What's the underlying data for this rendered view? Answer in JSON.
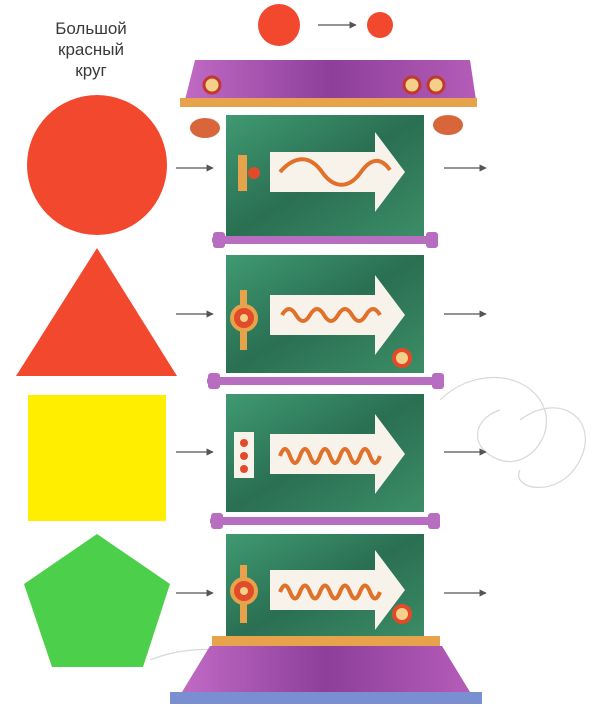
{
  "caption": {
    "line1": "Большой",
    "line2": "красный",
    "line3": "круг"
  },
  "colors": {
    "circle": "#f2482d",
    "triangle": "#f2482d",
    "square": "#ffee00",
    "pentagon": "#4ccf4a",
    "panel": "#2f7d5a",
    "panel_light": "#4fae82",
    "cap": "#9b4aa0",
    "wood": "#e7a24c",
    "arrow": "#f7f3ea",
    "wave": "#e0702a",
    "arrow_line": "#555555",
    "base": "#7a8fd1"
  },
  "shapes_column": [
    {
      "shape": "circle",
      "color_key": "circle"
    },
    {
      "shape": "triangle",
      "color_key": "triangle"
    },
    {
      "shape": "square",
      "color_key": "square"
    },
    {
      "shape": "pentagon",
      "color_key": "pentagon"
    }
  ],
  "tower": {
    "top_label": "big-circle-to-small-circle",
    "chambers": [
      {
        "detector": "bar-with-lamp",
        "wave": "long-wavelength"
      },
      {
        "detector": "knob-with-ring",
        "wave": "medium-wavelength"
      },
      {
        "detector": "panel-with-lamps",
        "wave": "short-wavelength"
      },
      {
        "detector": "knob-with-ring",
        "wave": "short-wavelength"
      }
    ]
  }
}
